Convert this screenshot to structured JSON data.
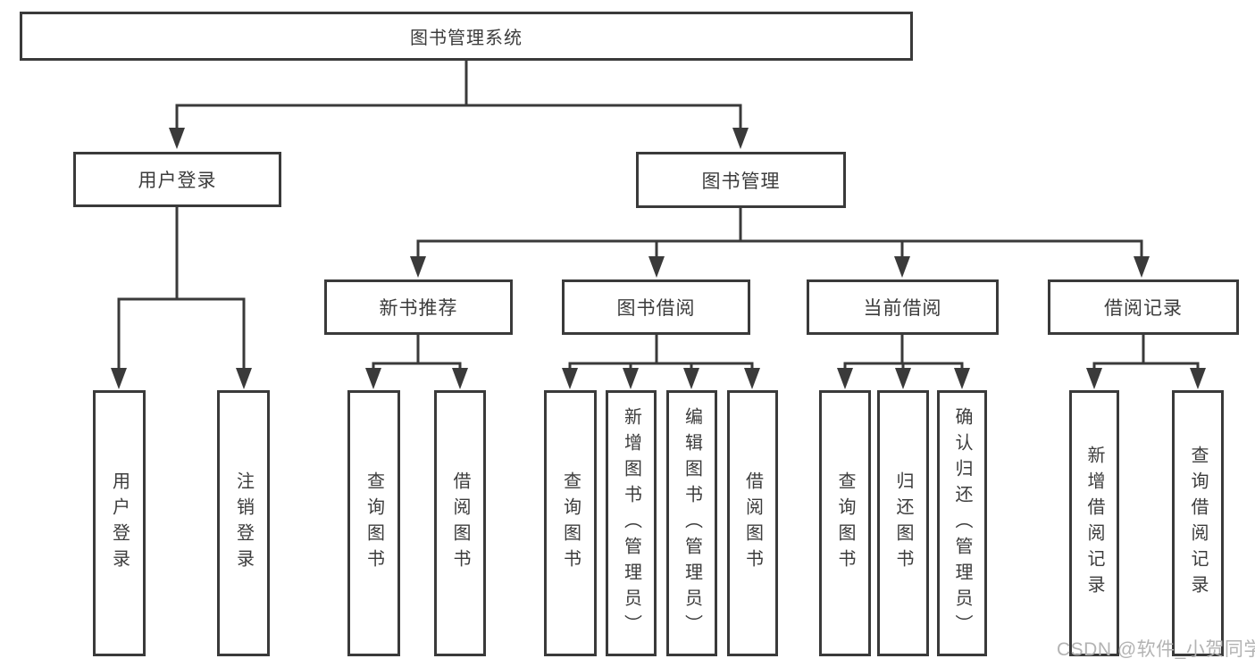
{
  "tree": {
    "label": "图书管理系统",
    "children": [
      {
        "label": "用户登录",
        "children": [
          {
            "label": "用户登录"
          },
          {
            "label": "注销登录"
          }
        ]
      },
      {
        "label": "图书管理",
        "children": [
          {
            "label": "新书推荐",
            "children": [
              {
                "label": "查询图书"
              },
              {
                "label": "借阅图书"
              }
            ]
          },
          {
            "label": "图书借阅",
            "children": [
              {
                "label": "查询图书"
              },
              {
                "label": "新增图书（管理员）"
              },
              {
                "label": "编辑图书（管理员）"
              },
              {
                "label": "借阅图书"
              }
            ]
          },
          {
            "label": "当前借阅",
            "children": [
              {
                "label": "查询图书"
              },
              {
                "label": "归还图书"
              },
              {
                "label": "确认归还（管理员）"
              }
            ]
          },
          {
            "label": "借阅记录",
            "children": [
              {
                "label": "新增借阅记录"
              },
              {
                "label": "查询借阅记录"
              }
            ]
          }
        ]
      }
    ]
  },
  "watermark": {
    "text": "CSDN @软件_小贺同学"
  },
  "colors": {
    "line": "#3a3a3a",
    "text": "#3c3c3c",
    "watermark": "#b3b3b3",
    "background": "#ffffff"
  }
}
